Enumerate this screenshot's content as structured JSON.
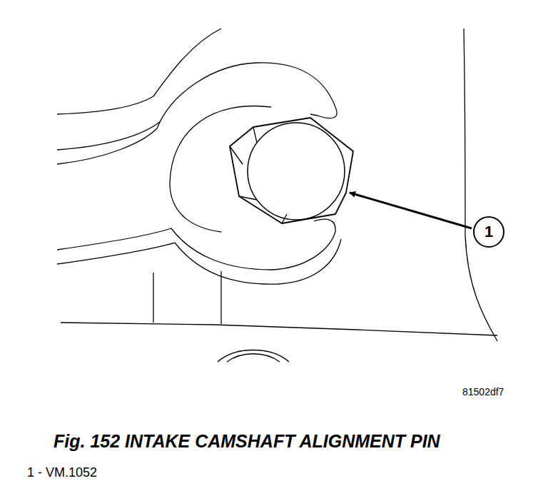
{
  "diagram": {
    "caption": "Fig. 152 INTAKE CAMSHAFT ALIGNMENT PIN",
    "nodes": [
      {
        "text": [
          "1"
        ]
      }
    ],
    "labels": [
      "81502df7",
      "1 - VM.1052"
    ]
  }
}
